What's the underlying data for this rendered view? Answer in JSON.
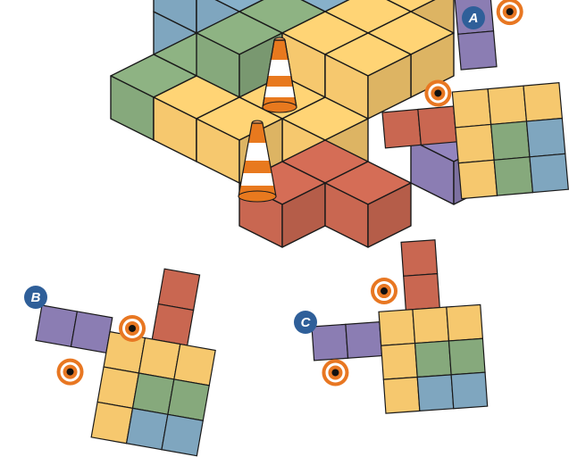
{
  "colors": {
    "yellow": "#f6c86e",
    "blue": "#7fa6bf",
    "green": "#86a97c",
    "purple": "#8b7db3",
    "red": "#c96751",
    "badge": "#2f5f99",
    "target": "#e87722",
    "cone_orange": "#e8791e"
  },
  "options": [
    {
      "label": "A"
    },
    {
      "label": "B"
    },
    {
      "label": "C"
    }
  ]
}
